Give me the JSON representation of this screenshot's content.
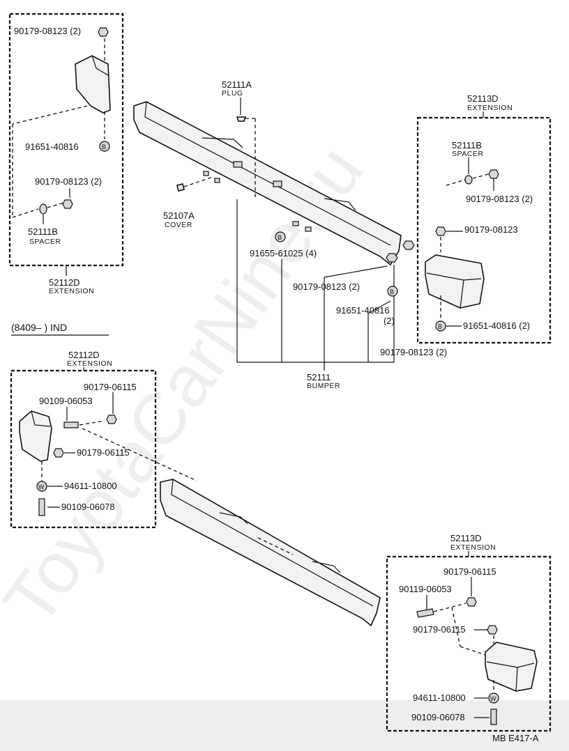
{
  "labels": {
    "p90179_08123_2_tl": "90179-08123 (2)",
    "p91651_40816_l": "91651-40816",
    "p90179_08123_2_ml": "90179-08123 (2)",
    "p52111B_l": "52111B",
    "spacer_l": "SPACER",
    "p52112D_top": "52112D",
    "extension_top": "EXTENSION",
    "p52111A": "52111A",
    "plug": "PLUG",
    "p52107A": "52107A",
    "cover": "COVER",
    "p91655_61025": "91655-61025 (4)",
    "p90179_08123_2_c": "90179-08123 (2)",
    "p91651_40816_c": "91651-40816",
    "p91651_40816_c2": "(2)",
    "p90179_08123_2_b": "90179-08123 (2)",
    "p52111": "52111",
    "bumper": "BUMPER",
    "p52113D_top": "52113D",
    "extension_tr": "EXTENSION",
    "p52111B_r": "52111B",
    "spacer_r": "SPACER",
    "p90179_08123_2_r": "90179-08123 (2)",
    "p90179_08123_r": "90179-08123",
    "p91651_40816_2_r": "91651-40816 (2)",
    "section_ind": "(8409–        ) IND",
    "p52112D_bot": "52112D",
    "extension_bl": "EXTENSION",
    "p90179_06115_a": "90179-06115",
    "p90109_06053": "90109-06053",
    "p90179_06115_b": "90179-06115",
    "p94611_10800_l": "94611-10800",
    "p90109_06078_l": "90109-06078",
    "p52113D_bot": "52113D",
    "extension_br": "EXTENSION",
    "p90179_06115_c": "90179-06115",
    "p90119_06053": "90119-06053",
    "p90179_06115_d": "90179-06115",
    "p94611_10800_r": "94611-10800",
    "p90109_06078_r": "90109-06078",
    "code": "MB  E417-A",
    "mark_b": "B",
    "mark_w": "W"
  },
  "watermark": "ToyotaCarNine.ru",
  "colors": {
    "ink": "#111111",
    "watermark": "#000000",
    "band": "#eeeeee"
  }
}
